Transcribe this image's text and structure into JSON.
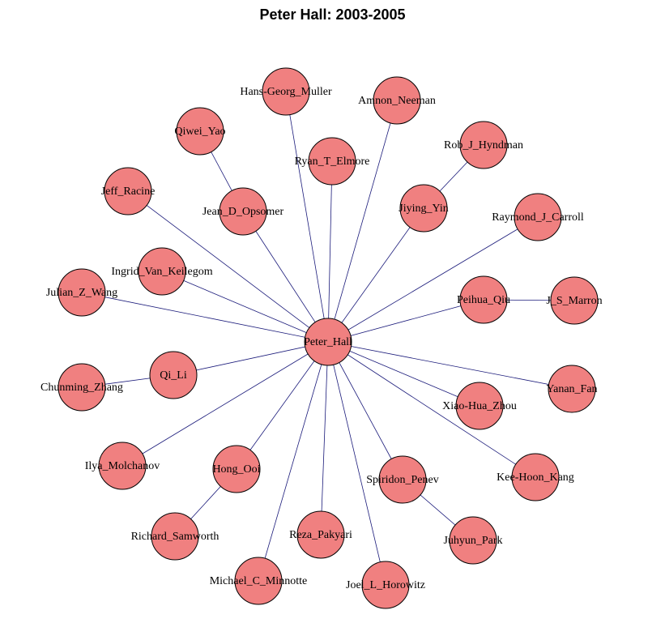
{
  "title": "Peter Hall: 2003-2005",
  "node_color": "#f08080",
  "edge_color": "#1a1a7a",
  "nodes": [
    {
      "id": "peter",
      "label": "Peter_Hall"
    },
    {
      "id": "hgm",
      "label": "Hans-Georg_Muller"
    },
    {
      "id": "amnon",
      "label": "Amnon_Neeman"
    },
    {
      "id": "qiwei",
      "label": "Qiwei_Yao"
    },
    {
      "id": "ryan",
      "label": "Ryan_T_Elmore"
    },
    {
      "id": "rob",
      "label": "Rob_J_Hyndman"
    },
    {
      "id": "jeff",
      "label": "Jeff_Racine"
    },
    {
      "id": "jean",
      "label": "Jean_D_Opsomer"
    },
    {
      "id": "jiying",
      "label": "Jiying_Yin"
    },
    {
      "id": "raymond",
      "label": "Raymond_J_Carroll"
    },
    {
      "id": "ingrid",
      "label": "Ingrid_Van_Keilegom"
    },
    {
      "id": "julian",
      "label": "Julian_Z_Wang"
    },
    {
      "id": "peihua",
      "label": "Peihua_Qiu"
    },
    {
      "id": "jsm",
      "label": "J_S_Marron"
    },
    {
      "id": "qili",
      "label": "Qi_Li"
    },
    {
      "id": "chunming",
      "label": "Chunming_Zhang"
    },
    {
      "id": "yanan",
      "label": "Yanan_Fan"
    },
    {
      "id": "xiaohua",
      "label": "Xiao-Hua_Zhou"
    },
    {
      "id": "ilya",
      "label": "Ilya_Molchanov"
    },
    {
      "id": "hong",
      "label": "Hong_Ooi"
    },
    {
      "id": "spiridon",
      "label": "Spiridon_Penev"
    },
    {
      "id": "keehoon",
      "label": "Kee-Hoon_Kang"
    },
    {
      "id": "richard",
      "label": "Richard_Samworth"
    },
    {
      "id": "reza",
      "label": "Reza_Pakyari"
    },
    {
      "id": "juhyun",
      "label": "Juhyun_Park"
    },
    {
      "id": "michael",
      "label": "Michael_C_Minnotte"
    },
    {
      "id": "joel",
      "label": "Joel_L_Horowitz"
    }
  ],
  "edges": [
    [
      "peter",
      "hgm"
    ],
    [
      "peter",
      "amnon"
    ],
    [
      "peter",
      "ryan"
    ],
    [
      "peter",
      "jean"
    ],
    [
      "jean",
      "qiwei"
    ],
    [
      "peter",
      "jiying"
    ],
    [
      "jiying",
      "rob"
    ],
    [
      "peter",
      "raymond"
    ],
    [
      "peter",
      "jeff"
    ],
    [
      "peter",
      "ingrid"
    ],
    [
      "peter",
      "julian"
    ],
    [
      "peter",
      "peihua"
    ],
    [
      "peihua",
      "jsm"
    ],
    [
      "peter",
      "qili"
    ],
    [
      "qili",
      "chunming"
    ],
    [
      "peter",
      "yanan"
    ],
    [
      "peter",
      "xiaohua"
    ],
    [
      "peter",
      "ilya"
    ],
    [
      "peter",
      "hong"
    ],
    [
      "hong",
      "richard"
    ],
    [
      "peter",
      "spiridon"
    ],
    [
      "spiridon",
      "juhyun"
    ],
    [
      "peter",
      "keehoon"
    ],
    [
      "peter",
      "reza"
    ],
    [
      "peter",
      "michael"
    ],
    [
      "peter",
      "joel"
    ]
  ]
}
